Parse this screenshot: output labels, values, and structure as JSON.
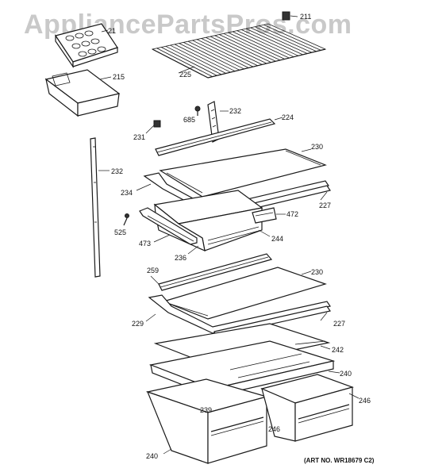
{
  "watermark": "AppliancePartsPros.com",
  "art_number": "(ART NO. WR18679 C2)",
  "callouts": {
    "c211": "211",
    "c21x": "21",
    "c215": "215",
    "c225": "225",
    "c232a": "232",
    "c685": "685",
    "c224": "224",
    "c231": "231",
    "c230a": "230",
    "c232b": "232",
    "c234": "234",
    "c227a": "227",
    "c472": "472",
    "c525": "525",
    "c473": "473",
    "c244": "244",
    "c236": "236",
    "c259": "259",
    "c230b": "230",
    "c229": "229",
    "c227b": "227",
    "c242": "242",
    "c240a": "240",
    "c246a": "246",
    "c239": "239",
    "c246b": "246",
    "c240b": "240"
  }
}
